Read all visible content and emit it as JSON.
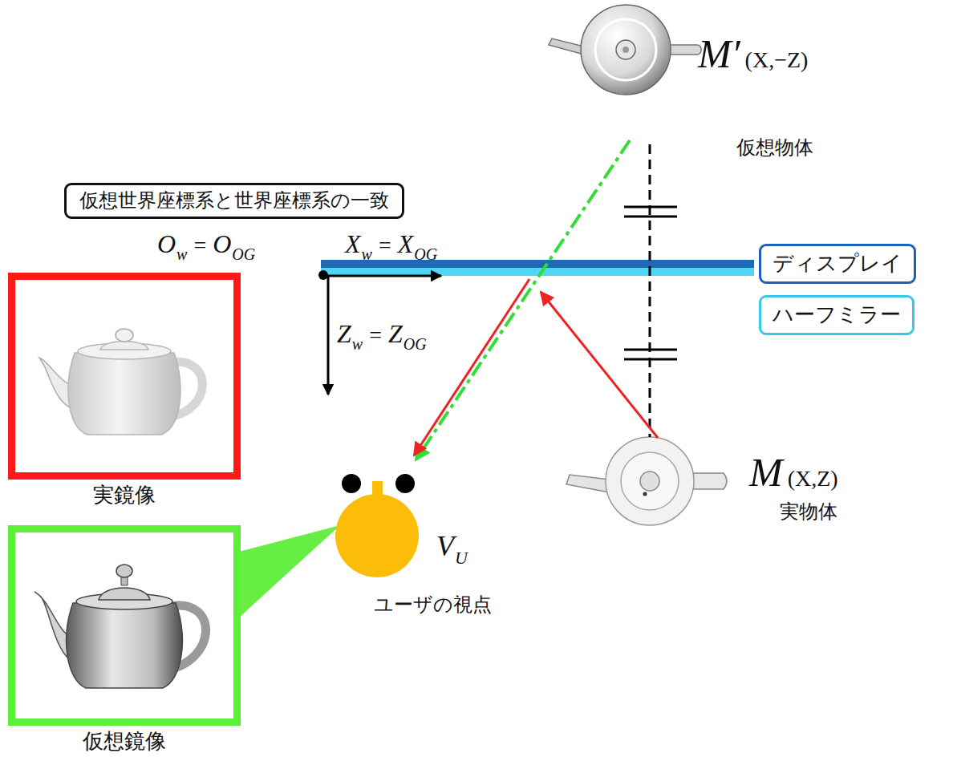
{
  "diagram": {
    "nodes": [
      {
        "text": [
          "仮想世界座標系と世界座標系の一致"
        ]
      },
      {
        "text": [
          "ディスプレイ"
        ]
      },
      {
        "text": [
          "ハーフミラー"
        ]
      },
      {
        "text": [
          "実鏡像"
        ]
      },
      {
        "text": [
          "仮想鏡像"
        ]
      }
    ],
    "labels": [
      "O",
      "w",
      "=",
      "O",
      "OG",
      "X",
      "w",
      "=",
      "X",
      "OG",
      "Z",
      "w",
      "=",
      "Z",
      "OG",
      "M′",
      "(X,−Z)",
      "仮想物体",
      "M",
      "(X,Z)",
      "実物体",
      "V",
      "U",
      "ユーザの視点"
    ]
  }
}
